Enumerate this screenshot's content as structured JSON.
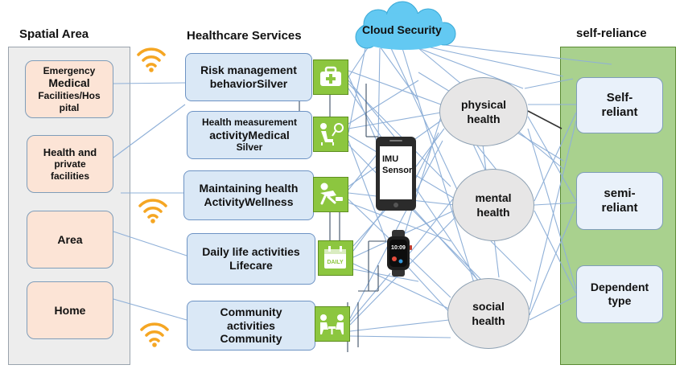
{
  "headings": {
    "spatial": "Spatial Area",
    "services": "Healthcare Services",
    "reliance": "self-reliance"
  },
  "cloud": {
    "label": "Cloud Security",
    "color": "#63c9f2"
  },
  "spatial_area": [
    {
      "lines": [
        "Emergency",
        "Medical",
        "Facilities/Hos",
        "pital"
      ]
    },
    {
      "lines": [
        "Health and",
        "private",
        "facilities"
      ]
    },
    {
      "lines": [
        "Area"
      ]
    },
    {
      "lines": [
        "Home"
      ]
    }
  ],
  "services": [
    {
      "lines": [
        "Risk management",
        "behaviorSilver"
      ],
      "icon": "medical-kit-icon"
    },
    {
      "lines": [
        "Health measurement",
        "activityMedical",
        "Silver"
      ],
      "icon": "health-check-icon"
    },
    {
      "lines": [
        "Maintaining health",
        "ActivityWellness"
      ],
      "icon": "exercise-icon"
    },
    {
      "lines": [
        "Daily life activities",
        "Lifecare"
      ],
      "icon": "daily-calendar-icon"
    },
    {
      "lines": [
        "Community",
        "activities",
        "Community"
      ],
      "icon": "meeting-icon"
    }
  ],
  "icon_text": {
    "daily": "DAILY"
  },
  "health": [
    {
      "lines": [
        "physical",
        "health"
      ]
    },
    {
      "lines": [
        "mental",
        "health"
      ]
    },
    {
      "lines": [
        "social",
        "health"
      ]
    }
  ],
  "self_reliance": [
    {
      "lines": [
        "Self-",
        "reliant"
      ]
    },
    {
      "lines": [
        "semi-",
        "reliant"
      ]
    },
    {
      "lines": [
        "Dependent",
        "type"
      ]
    }
  ],
  "devices": {
    "phone_label": [
      "IMU",
      "Sensor"
    ],
    "watch_time": "10:09"
  },
  "colors": {
    "spatial_fill": "#fce4d6",
    "service_fill": "#dae8f6",
    "icon_green": "#8cc63f",
    "reliance_panel": "#a9d18e",
    "connector": "#8fb0d8",
    "wifi": "#f5a623"
  }
}
